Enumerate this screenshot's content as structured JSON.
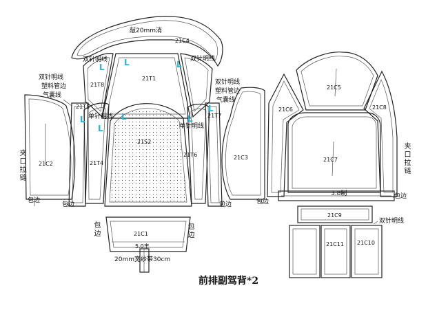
{
  "title": "前排副驾背*2",
  "pieces": {
    "c4": "21C4",
    "t1": "21T1",
    "t8": "21T8",
    "t5": "21T5",
    "s2": "21S2",
    "t4": "21T4",
    "t6": "21T6",
    "t7": "21T7",
    "c2": "21C2",
    "c3": "21C3",
    "c1": "21C1",
    "c5": "21C5",
    "c6": "21C6",
    "c8": "21C8",
    "c7": "21C7",
    "c9": "21C9",
    "c11": "21C11",
    "c10": "21C10"
  },
  "notes": {
    "hood_top": "敲20mm消",
    "double_stitch_top_left": "双针明线",
    "double_stitch_top_right": "双针明线",
    "double_stitch_left": "双针明线",
    "plastic_piping_left": "塑料管边",
    "airbag_left": "气囊线",
    "double_stitch_right": "双针明线",
    "plastic_piping_right": "塑料管边",
    "airbag_right": "气囊线",
    "single_stitch_left": "单针明线",
    "single_stitch_right": "单针明线",
    "zipper_left": "夹口拉链",
    "zipper_right": "夹口拉链",
    "edge_1": "包边",
    "edge_2": "包边",
    "edge_3": "包边",
    "edge_4": "包边",
    "edge_5": "包边",
    "edge_c1_left": "包边",
    "edge_c1_right": "包边",
    "mesh_label": "5.0丰",
    "webbing": "20mm宽纱带30cm",
    "strip_38": "3.8制",
    "double_stitch_c10": "双针明线",
    "l_mark": "L"
  }
}
